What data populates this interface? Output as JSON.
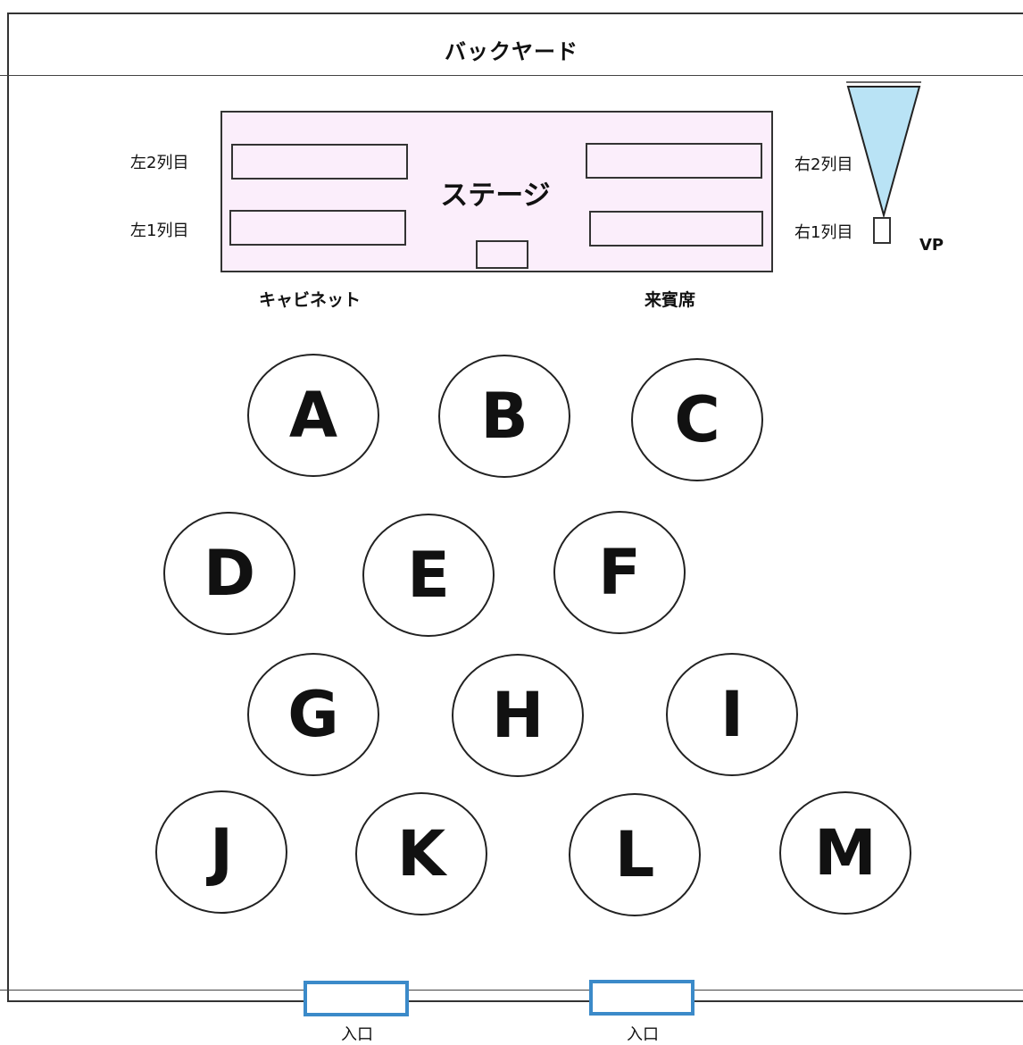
{
  "backyard_label": "バックヤード",
  "stage": {
    "title": "ステージ",
    "left_row_2": "左2列目",
    "left_row_1": "左1列目",
    "right_row_2": "右2列目",
    "right_row_1": "右1列目",
    "cabinet_label": "キャビネット",
    "guest_seats_label": "来賓席",
    "fill_color": "#fbeefb"
  },
  "vp": {
    "label": "VP",
    "projection_color": "#b9e3f5"
  },
  "tables": [
    "A",
    "B",
    "C",
    "D",
    "E",
    "F",
    "G",
    "H",
    "I",
    "J",
    "K",
    "L",
    "M"
  ],
  "entrances": [
    {
      "label": "入口"
    },
    {
      "label": "入口"
    }
  ],
  "entrance_color": "#3b8ac9"
}
